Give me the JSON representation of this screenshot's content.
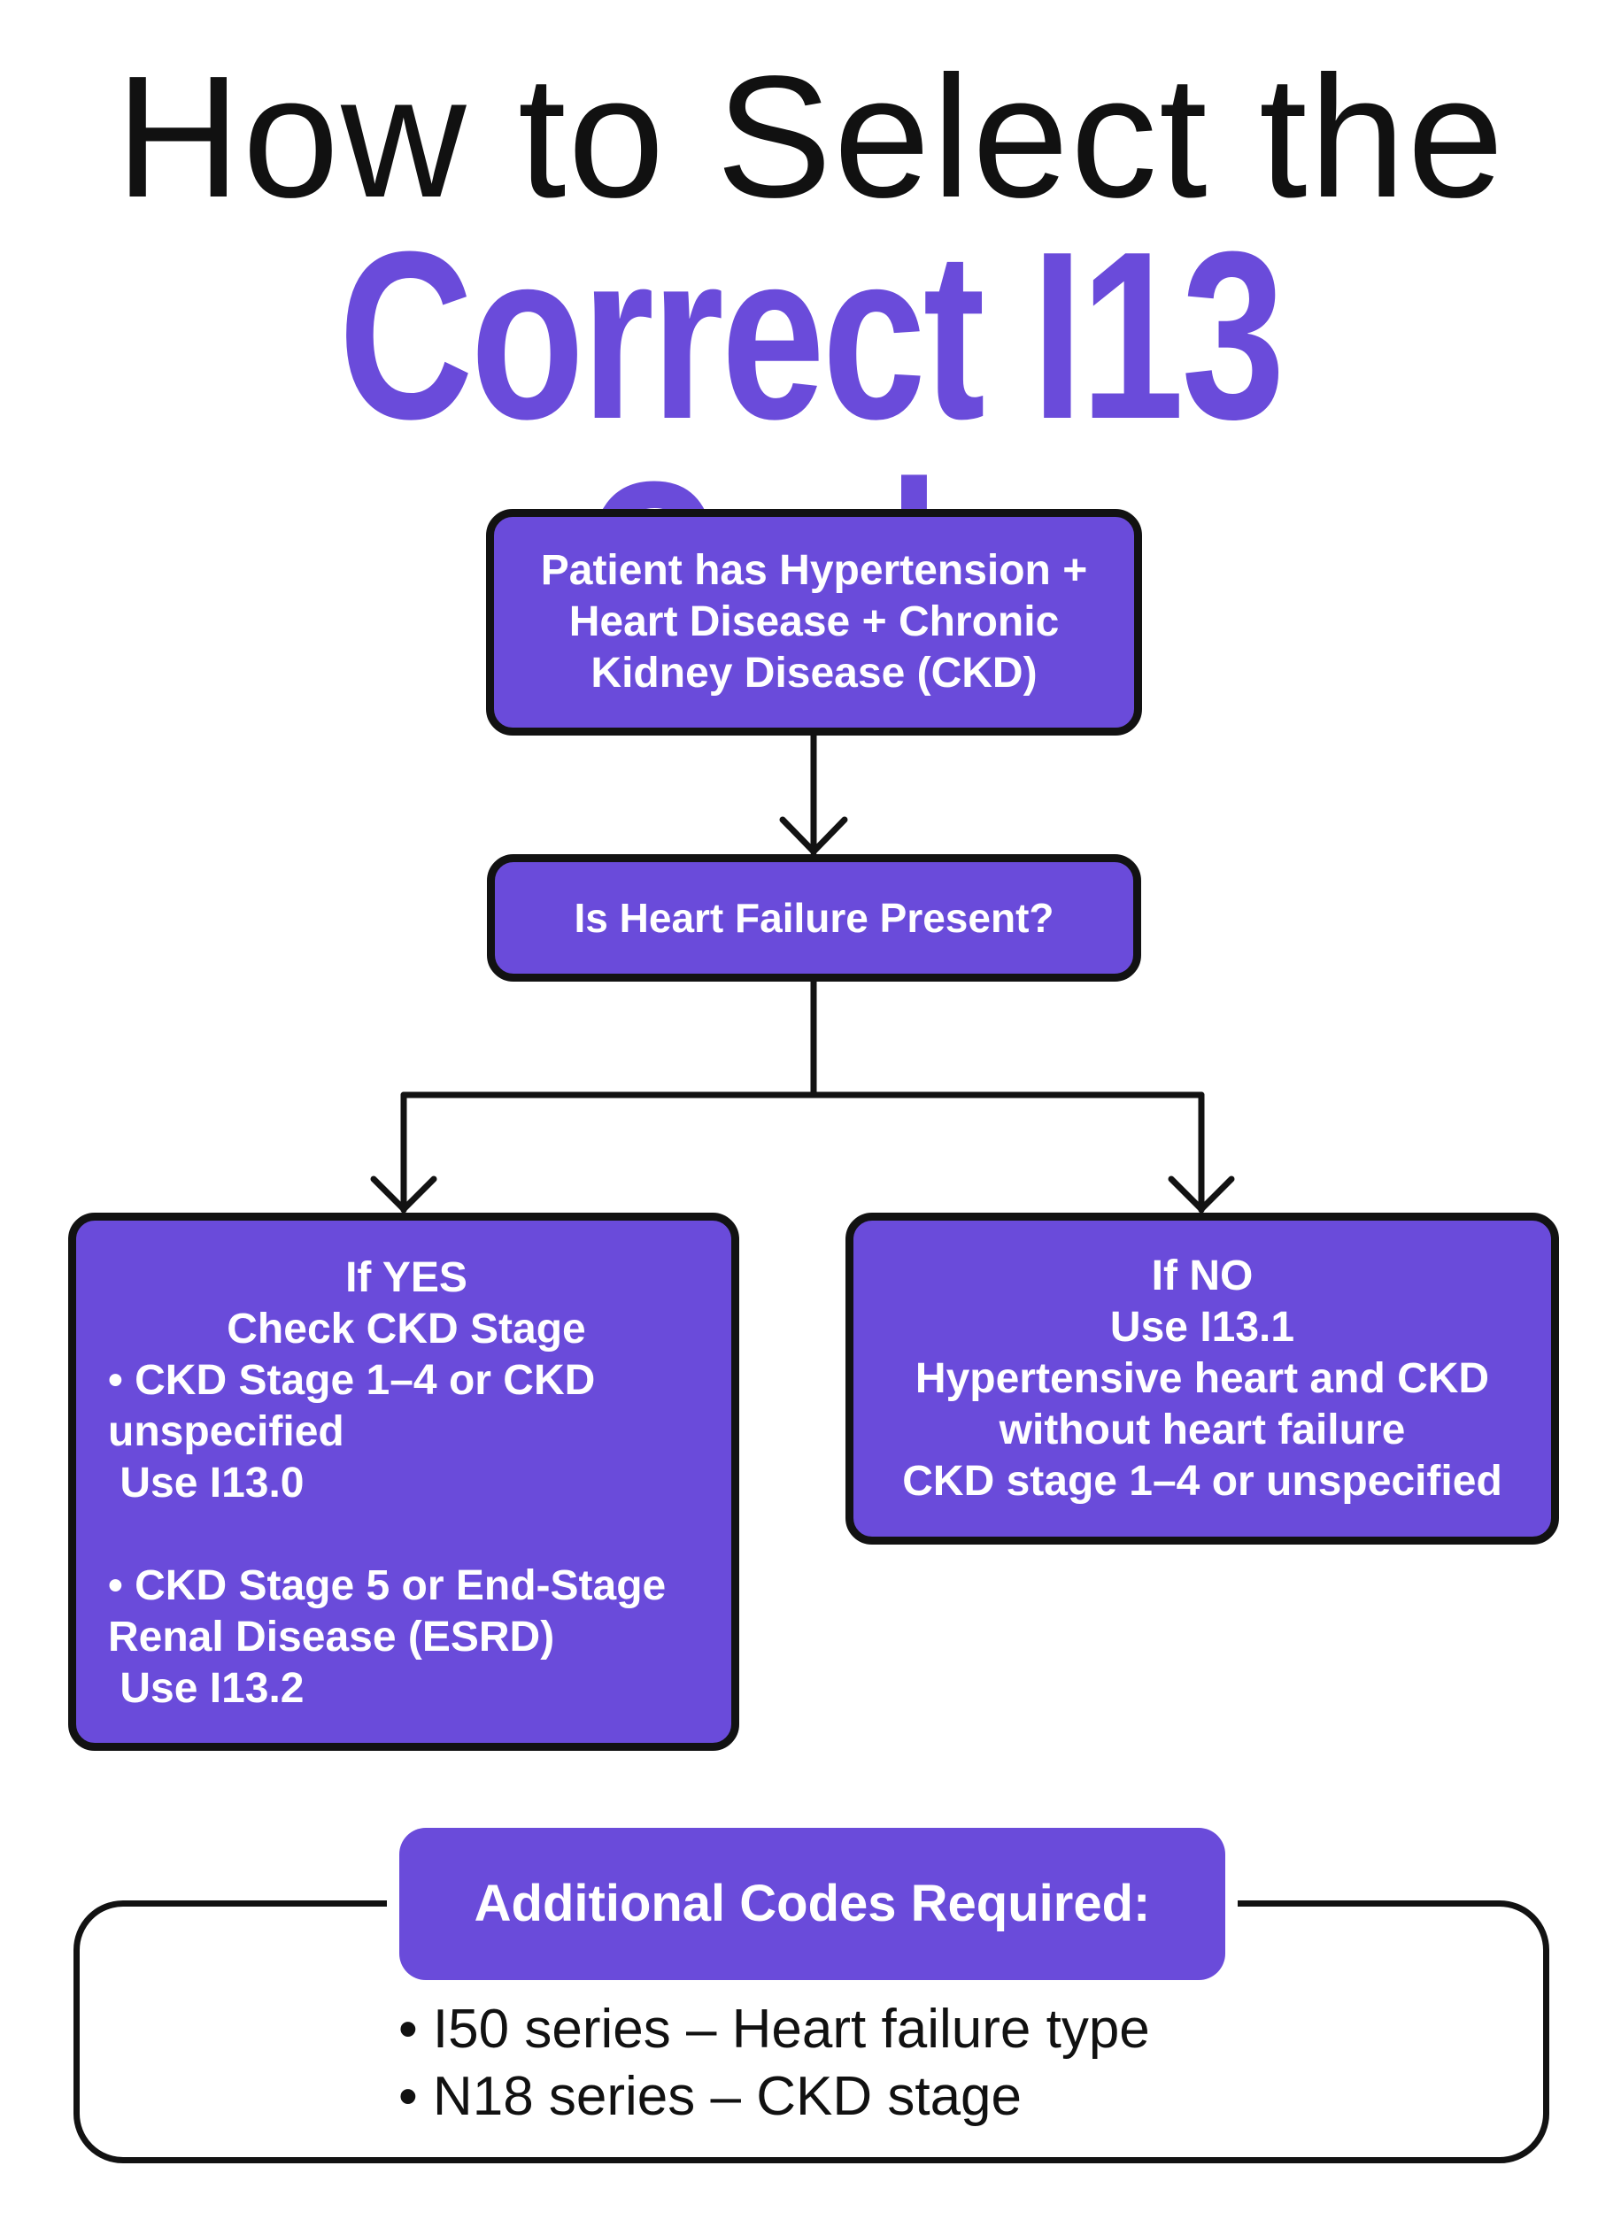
{
  "title": {
    "line1": "How to Select the",
    "line2": "Correct I13 Code"
  },
  "colors": {
    "accent": "#6A4BDA",
    "outline": "#121212",
    "text_on_accent": "#FFFFFF",
    "text_dark": "#111111",
    "background": "#FFFFFF"
  },
  "flow": {
    "start": {
      "lines": [
        "Patient has Hypertension +",
        "Heart Disease + Chronic",
        "Kidney Disease (CKD)"
      ]
    },
    "question": {
      "text": "Is Heart Failure Present?"
    },
    "yes_branch": {
      "heading": "If YES",
      "subheading": "Check CKD Stage",
      "option1": [
        "• CKD Stage 1–4 or CKD",
        "unspecified",
        " Use I13.0"
      ],
      "option2": [
        "• CKD Stage 5 or End-Stage",
        "Renal Disease (ESRD)",
        " Use I13.2"
      ]
    },
    "no_branch": {
      "lines": [
        "If NO",
        "Use I13.1",
        "Hypertensive heart and CKD",
        "without heart failure",
        "CKD stage 1–4 or unspecified"
      ]
    }
  },
  "additional": {
    "header": "Additional Codes Required:",
    "items": [
      "• I50 series – Heart failure type",
      "• N18 series – CKD stage"
    ]
  }
}
